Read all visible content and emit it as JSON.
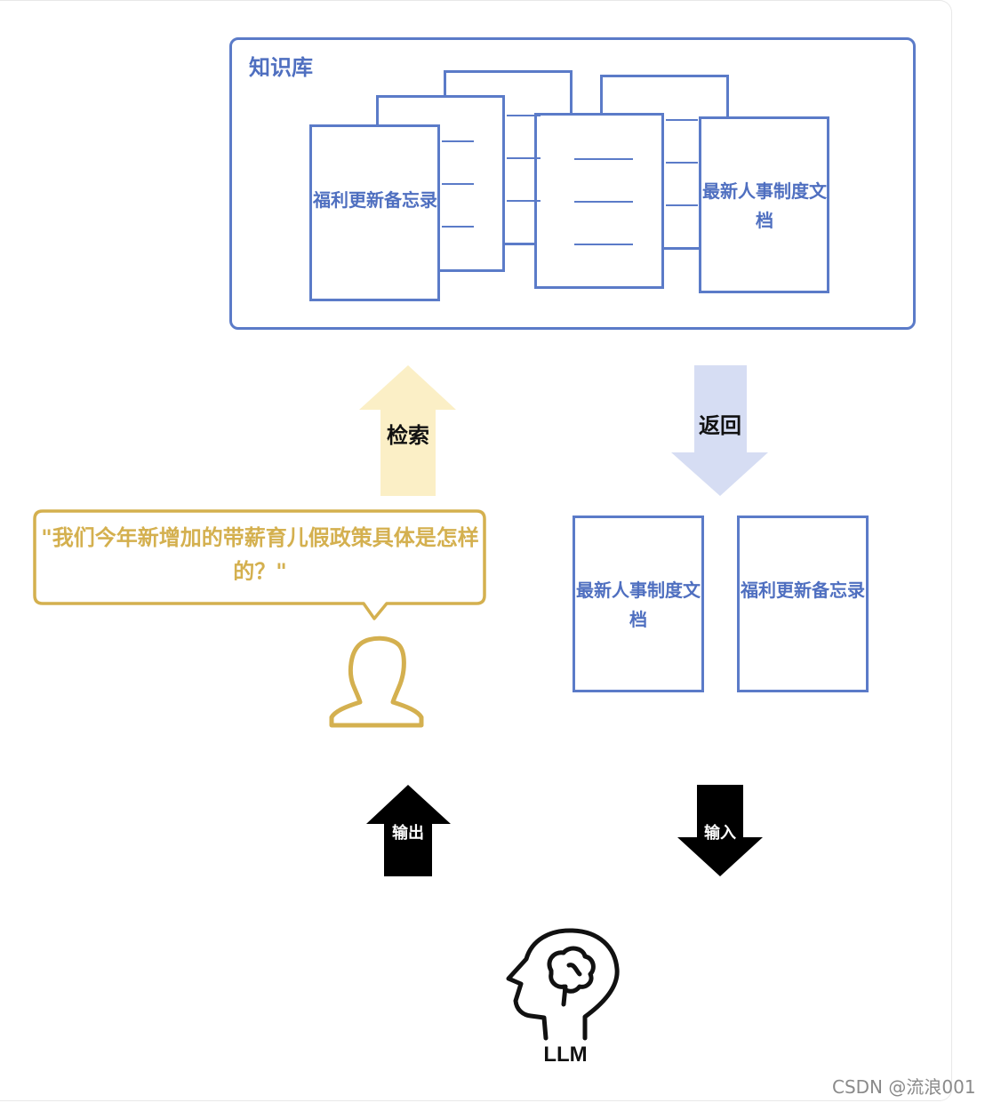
{
  "knowledge_base": {
    "title": "知识库",
    "documents": [
      {
        "label": "福利更新备忘录"
      },
      {
        "label": "最新人事制度文档"
      }
    ]
  },
  "arrows": {
    "retrieve": "检索",
    "return": "返回",
    "output": "输出",
    "input": "输入"
  },
  "returned_documents": [
    {
      "label": "最新人事制度文档"
    },
    {
      "label": "福利更新备忘录"
    }
  ],
  "user": {
    "question": "\"我们今年新增加的带薪育儿假政策具体是怎样的？\"",
    "icon": "user-icon"
  },
  "llm": {
    "label": "LLM",
    "icon": "head-brain-icon"
  },
  "credit": "CSDN @流浪001",
  "colors": {
    "blue": "#5b7bc8",
    "gold": "#d4b04f",
    "retrieve_arrow": "#fbefc6",
    "return_arrow": "#d6ddf3",
    "black": "#000000"
  }
}
